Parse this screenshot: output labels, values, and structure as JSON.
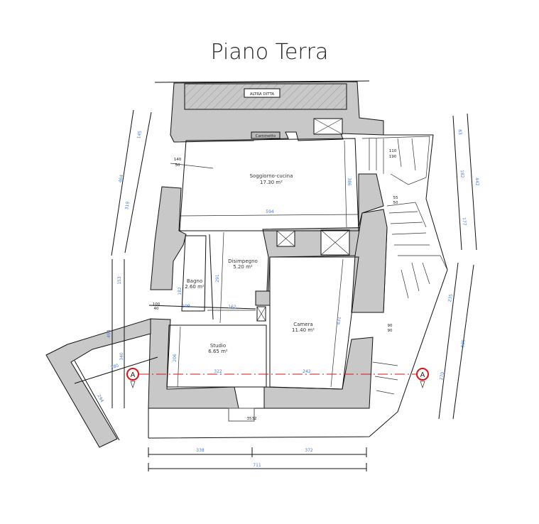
{
  "title": "Piano Terra",
  "rooms": [
    {
      "name": "Soggiorno-cucina",
      "area": "17.30 m²"
    },
    {
      "name": "Disimpegno",
      "area": "5.20 m²"
    },
    {
      "name": "Bagno",
      "area": "2.60 m²"
    },
    {
      "name": "Camera",
      "area": "11.40 m²"
    },
    {
      "name": "Studio",
      "area": "6.65 m²"
    }
  ],
  "labels": {
    "altra_ditta": "ALTRA DITTA",
    "caminetto": "Caminetto",
    "section_mark": "A"
  },
  "dimensions": {
    "left_outer": [
      "464",
      "145",
      "319"
    ],
    "left_lower": [
      "153",
      "340",
      "494",
      "280",
      "294"
    ],
    "right_upper": [
      "83",
      "182",
      "177",
      "442"
    ],
    "right_lower": [
      "235",
      "270",
      "505"
    ],
    "interior": {
      "d594": "594",
      "d386": "386",
      "d291": "291",
      "d182a": "182",
      "d109": "109",
      "d162": "162",
      "d206": "206",
      "d322": "322",
      "d242": "242",
      "d431": "431"
    },
    "openings": {
      "o1": "140",
      "o1b": "50",
      "o2": "100",
      "o2b": "40",
      "o3": "110",
      "o3b": "190",
      "o4": "55",
      "o4b": "50",
      "o5": "90",
      "o5b": "90",
      "o6": "35",
      "o6b": "32"
    },
    "bottom": [
      "338",
      "372",
      "711"
    ]
  },
  "colors": {
    "wall": "#c8c8c8",
    "dimension": "#4a7ee0",
    "section": "#dd1111"
  }
}
